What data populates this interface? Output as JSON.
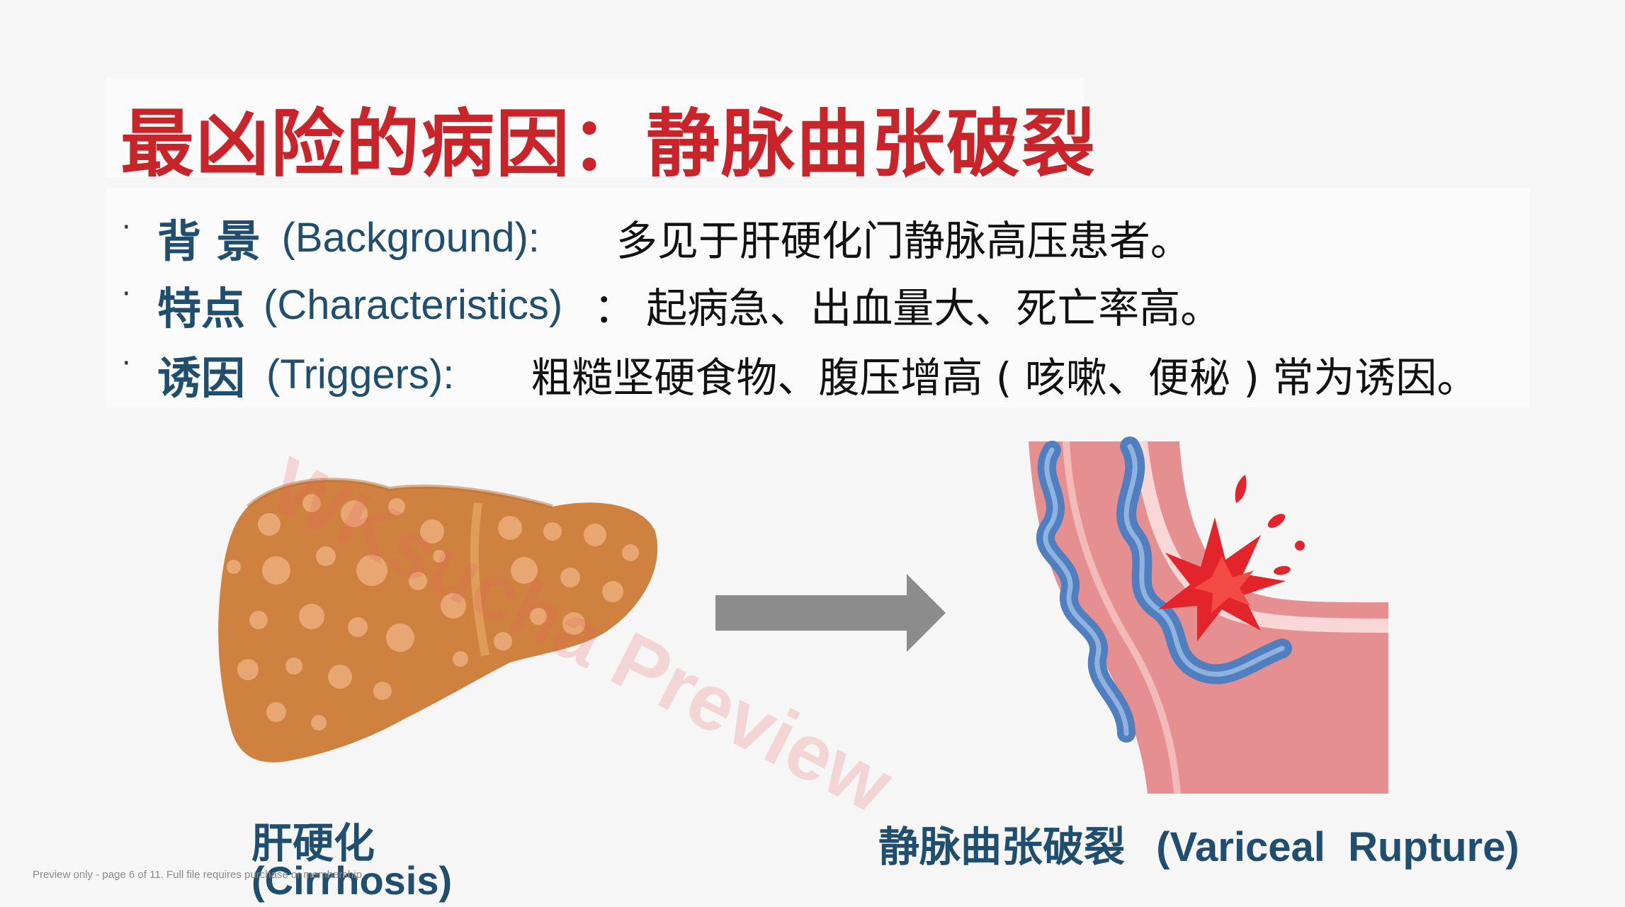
{
  "slide": {
    "title": "最凶险的病因：静脉曲张破裂",
    "bullets": [
      {
        "label": "背 景",
        "en": "(Background):",
        "colon": "",
        "text": "多见于肝硬化门静脉高压患者。"
      },
      {
        "label": "特点",
        "en": "(Characteristics)",
        "colon": "：",
        "text": "起病急、出血量大、死亡率高。"
      },
      {
        "label": "诱因",
        "en": "(Triggers):",
        "colon": "",
        "text": "粗糙坚硬食物、腹压增高 ( 咳嗽、便秘 ) 常为诱因。"
      }
    ],
    "bullet_marker": "·",
    "left_caption": {
      "cn": "肝硬化",
      "en": "(Cirrhosis)"
    },
    "right_caption": {
      "cn": "静脉曲张破裂",
      "en": "(Variceal  Rupture)"
    },
    "watermark": "WKsucha Preview",
    "footer": "Preview only - page 6 of 11. Full file requires purchase or membership."
  },
  "colors": {
    "title": "#c8242a",
    "label": "#1f4e6e",
    "liver": "#cf8240",
    "liver_spots": "#e8a672",
    "arrow": "#8c8c8c",
    "vessel_wall": "#e58f91",
    "vein": "#4f7fbf",
    "rupture": "#e3242b"
  },
  "icons": {
    "liver": "cirrhotic-liver-illustration",
    "arrow": "right-arrow-icon",
    "esophagus": "esophageal-varices-rupture-illustration"
  }
}
